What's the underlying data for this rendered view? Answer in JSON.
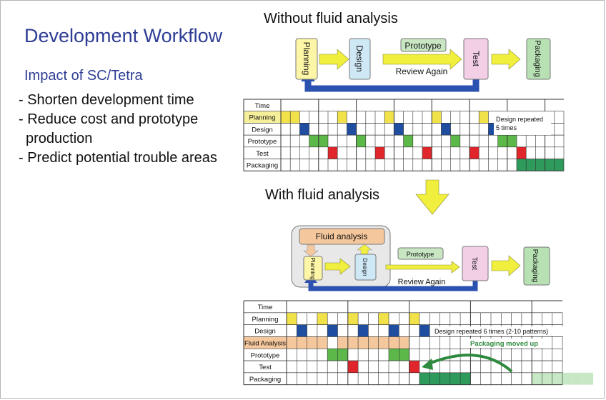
{
  "slide": {
    "title": "Development Workflow",
    "subtitle": "Impact of SC/Tetra",
    "bullets": [
      "- Shorten development time",
      "- Reduce cost and prototype",
      "  production",
      "- Predict potential trouble areas"
    ]
  },
  "colors": {
    "planning": "#f2e24a",
    "design": "#1f4ea1",
    "prototype": "#5db84a",
    "test": "#e0262b",
    "packaging": "#2e9a5c",
    "packaging_light": "#c7e8c4",
    "fluid": "#f5c79c",
    "loop_arrow": "#2b52b0",
    "flow_arrow": "#f1ef3e"
  },
  "top": {
    "heading": "Without fluid analysis",
    "flow": {
      "planning": "Planning",
      "design": "Design",
      "prototype": "Prototype",
      "test": "Test",
      "packaging": "Packaging",
      "review": "Review Again"
    },
    "chart": {
      "rows": [
        "Time",
        "Planning",
        "Design",
        "Prototype",
        "Test",
        "Packaging"
      ],
      "note_line1": "Design repeated",
      "note_line2": "5 times"
    }
  },
  "bottom": {
    "heading": "With fluid analysis",
    "flow": {
      "fluid": "Fluid analysis",
      "planning": "Planning",
      "design": "Design",
      "prototype": "Prototype",
      "test": "Test",
      "packaging": "Packaging",
      "review": "Review Again"
    },
    "chart": {
      "rows": [
        "Time",
        "Planning",
        "Design",
        "Fluid Analysis",
        "Prototype",
        "Test",
        "Packaging"
      ],
      "note": "Design repeated 6 times (2-10 patterns)",
      "moved": "Packaging moved up"
    }
  }
}
